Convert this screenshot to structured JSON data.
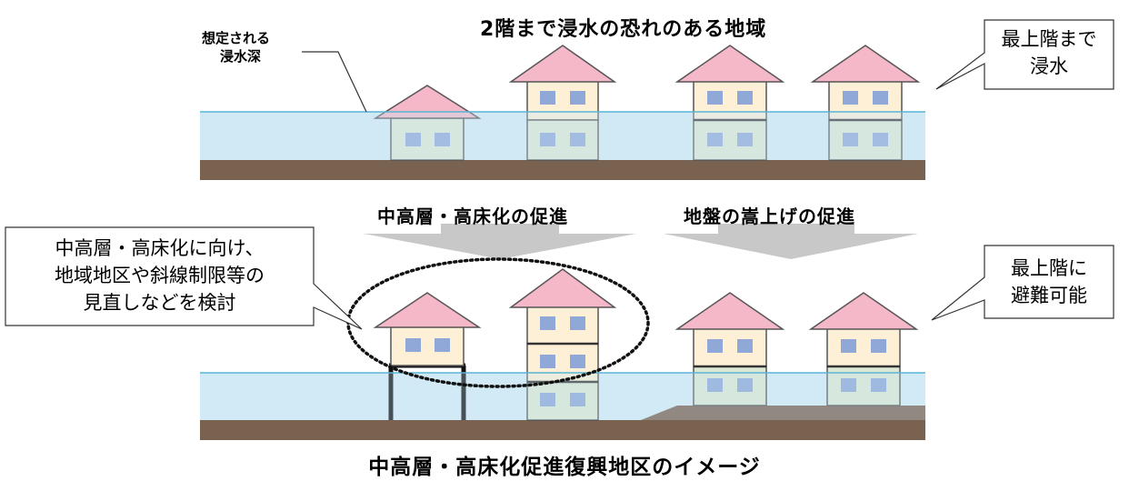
{
  "top_title": "2階まで浸水の恐れのある地域",
  "depth_label": {
    "line1": "想定される",
    "line2": "浸水深"
  },
  "callout_top_right": {
    "line1": "最上階まで",
    "line2": "浸水"
  },
  "arrow_left_label": "中高層・高床化の促進",
  "arrow_right_label": "地盤の嵩上げの促進",
  "callout_left": {
    "line1": "中高層・高床化に向け、",
    "line2": "地域地区や斜線制限等の",
    "line3": "見直しなどを検討"
  },
  "callout_bottom_right": {
    "line1": "最上階に",
    "line2": "避難可能"
  },
  "caption": "中高層・高床化促進復興地区のイメージ",
  "colors": {
    "water": "#d6ecf5",
    "water_line": "#5ab4d6",
    "ground": "#7a6250",
    "roof": "#f4b8c8",
    "upper_floor": "#fdf0d6",
    "lower_floor": "#dde8d4",
    "window": "#8fa8d8",
    "arrow": "#c8c8c8"
  }
}
